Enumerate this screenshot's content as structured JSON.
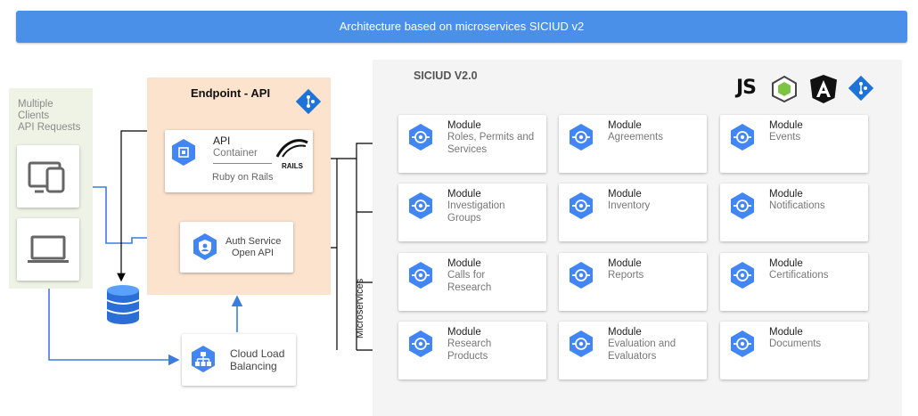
{
  "header": {
    "title": "Architecture based on microservices SICIUD v2"
  },
  "clients": {
    "label": "Multiple\nClients\nAPI Requests"
  },
  "endpoint": {
    "title": "Endpoint - API",
    "api_title": "API",
    "api_subtitle": "Container",
    "api_framework": "Ruby on Rails",
    "rails_logo": "RAILS",
    "auth_title": "Auth Service",
    "auth_subtitle": "Open API"
  },
  "load_balancer": {
    "title": "Cloud Load",
    "subtitle": "Balancing"
  },
  "siciud": {
    "title": "SICIUD V2.0",
    "js_logo": "JS"
  },
  "microservices_label": "Microservices",
  "modules": [
    {
      "title": "Module",
      "subtitle": "Roles, Permits and\nServices"
    },
    {
      "title": "Module",
      "subtitle": "Agreements"
    },
    {
      "title": "Module",
      "subtitle": "Events"
    },
    {
      "title": "Module",
      "subtitle": "Investigation\nGroups"
    },
    {
      "title": "Module",
      "subtitle": "Inventory"
    },
    {
      "title": "Module",
      "subtitle": "Notifications"
    },
    {
      "title": "Module",
      "subtitle": "Calls for\nResearch"
    },
    {
      "title": "Module",
      "subtitle": "Reports"
    },
    {
      "title": "Module",
      "subtitle": "Certifications"
    },
    {
      "title": "Module",
      "subtitle": "Research\nProducts"
    },
    {
      "title": "Module",
      "subtitle": "Evaluation and\n Evaluators"
    },
    {
      "title": "Module",
      "subtitle": "Documents"
    }
  ],
  "colors": {
    "header_blue": "#4a90e8",
    "gcp_blue": "#4285f4",
    "endpoint_bg": "#fbe3cd",
    "clients_bg": "#eef3e6"
  }
}
